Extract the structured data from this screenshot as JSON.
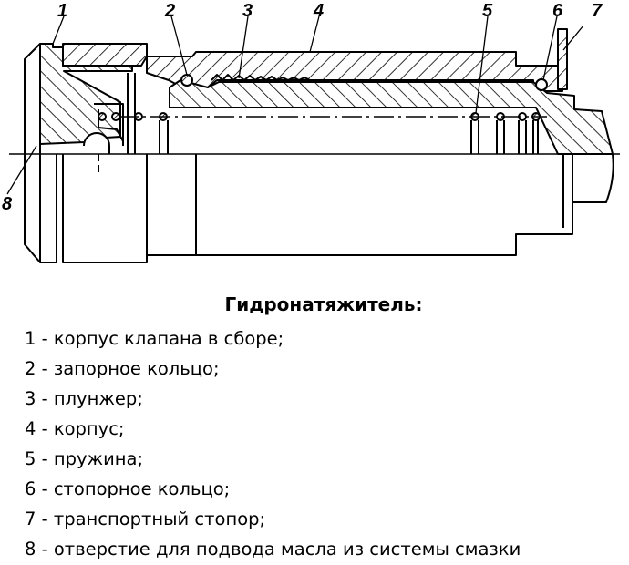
{
  "callouts": [
    "1",
    "2",
    "3",
    "4",
    "5",
    "6",
    "7",
    "8"
  ],
  "legend": {
    "title": "Гидронатяжитель:",
    "items": [
      "1 - корпус клапана в сборе;",
      "2 - запорное кольцо;",
      "3 - плунжер;",
      "4 - корпус;",
      "5 - пружина;",
      "6 - стопорное кольцо;",
      "7 - транспортный стопор;",
      "8 - отверстие для подвода масла из системы смазки"
    ]
  }
}
